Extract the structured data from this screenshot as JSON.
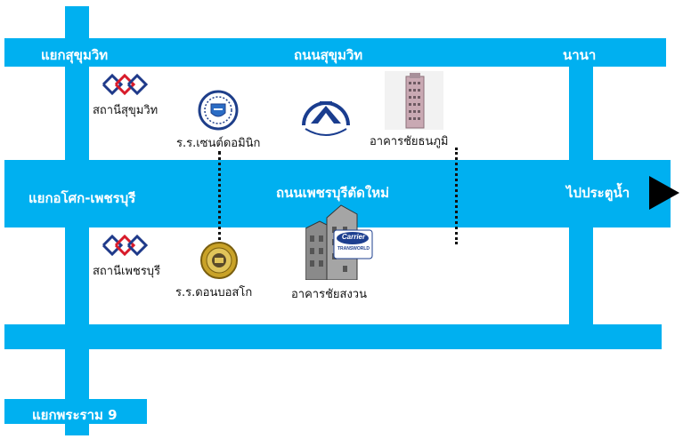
{
  "colors": {
    "road": "#00b0f0",
    "road_label": "#ffffff",
    "place_label": "#111111",
    "arrow": "#000000"
  },
  "roads": {
    "top_left": "แยกสุขุมวิท",
    "top_center": "ถนนสุขุมวิท",
    "top_right": "นานา",
    "middle_left": "แยกอโศก-เพชรบุรี",
    "middle_center": "ถนนเพชรบุรีตัดใหม่",
    "middle_right": "ไปประตูน้ำ",
    "bottom_left": "แยกพระราม 9"
  },
  "places": {
    "station_sukhumvit": "สถานีสุขุมวิท",
    "school_dominic": "ร.ร.เซนต์ดอมินิก",
    "building_chaithanaphum": "อาคารชัยธนภูมิ",
    "station_phetchaburi": "สถานีเพชรบุรี",
    "school_donbosco": "ร.ร.ดอนบอสโก",
    "building_chaisongwon": "อาคารชัยสงวน"
  },
  "icons": {
    "metro_sukhumvit": "metro-logo-icon",
    "metro_phetchaburi": "metro-logo-icon",
    "school_dominic": "school-crest-icon",
    "tourism_authority": "tourism-authority-logo-icon",
    "building_tower": "office-tower-icon",
    "school_donbosco": "school-seal-icon",
    "building_carrier": "carrier-building-icon",
    "direction_arrow": "arrow-right-icon"
  },
  "logo_text": {
    "carrier": "Carrier",
    "carrier_sub": "TRANSWORLD"
  }
}
